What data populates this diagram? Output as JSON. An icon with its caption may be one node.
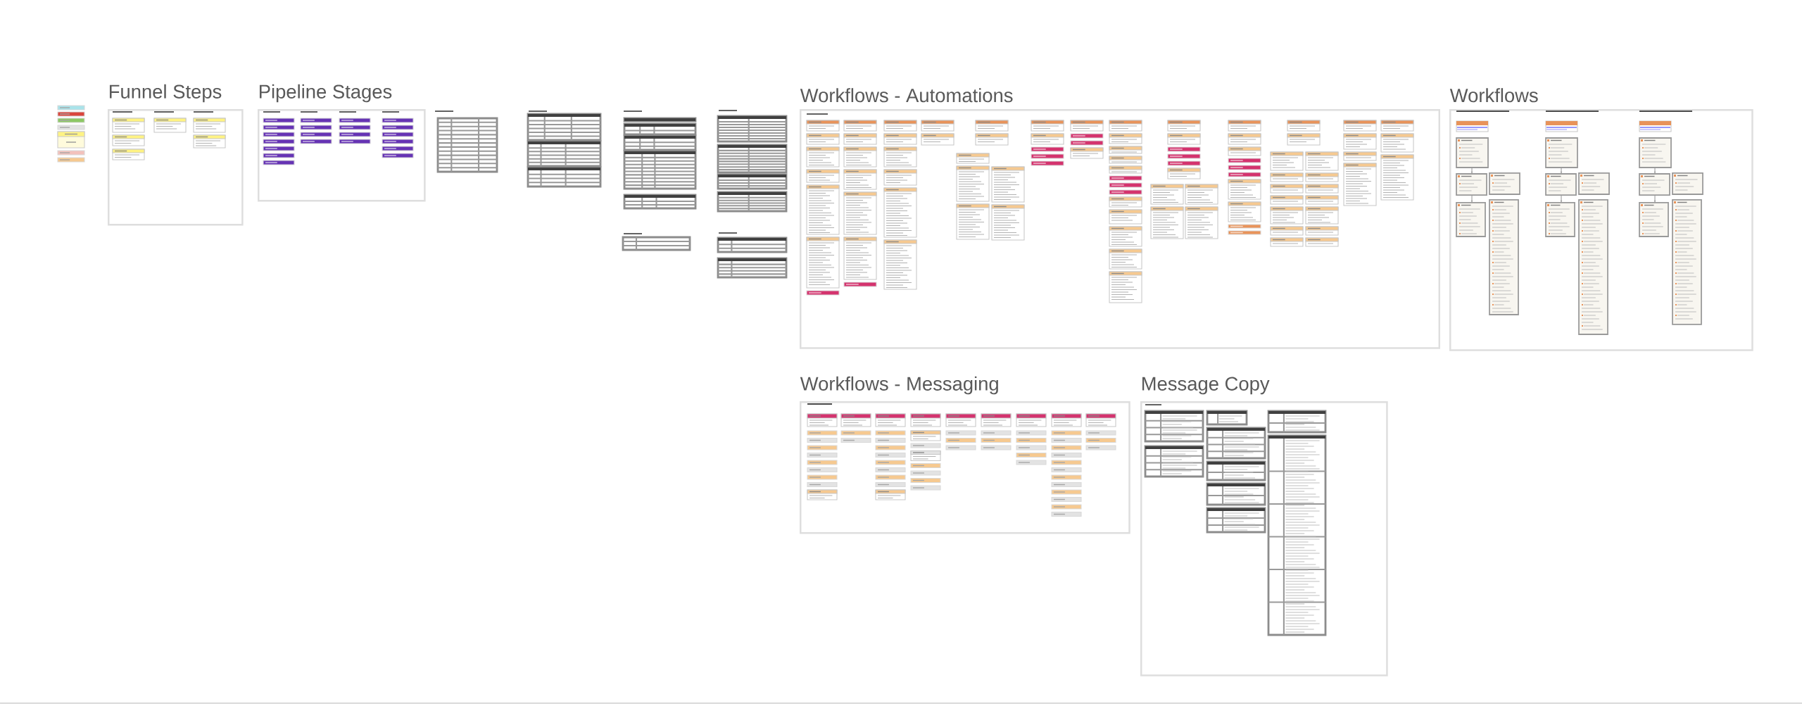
{
  "diagram": {
    "nodes": [
      {
        "text": [
          "Funnel Steps"
        ]
      },
      {
        "text": [
          "Pipeline Stages"
        ]
      },
      {
        "text": [
          "Workflows - Automations"
        ]
      },
      {
        "text": [
          "Workflows"
        ]
      },
      {
        "text": [
          "Workflows - Messaging"
        ]
      },
      {
        "text": [
          "Message Copy"
        ]
      }
    ]
  }
}
